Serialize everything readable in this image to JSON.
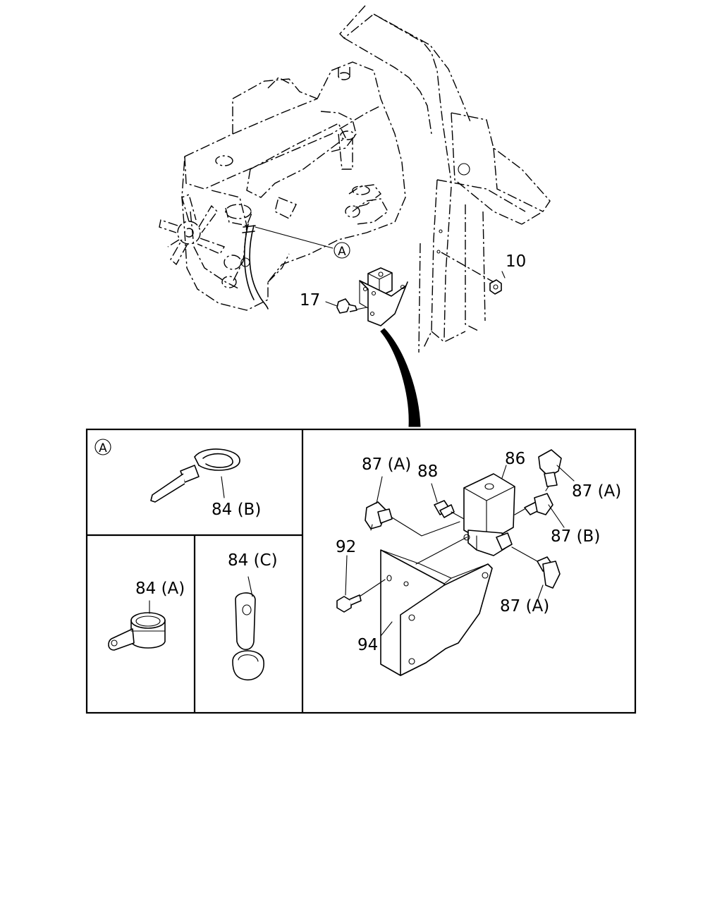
{
  "callouts": {
    "nut_10": "10",
    "bolt_17": "17",
    "ref_a_engine": "A",
    "ref_a_panel": "A",
    "tie_84b": "84 (B)",
    "clip_84a": "84 (A)",
    "clip_84c": "84 (C)",
    "valve_86": "86",
    "fitting_87a_left": "87 (A)",
    "fitting_88": "88",
    "fitting_87a_right": "87 (A)",
    "fitting_87b": "87 (B)",
    "fitting_87a_lower": "87 (A)",
    "bolt_92": "92",
    "bracket_94": "94"
  }
}
